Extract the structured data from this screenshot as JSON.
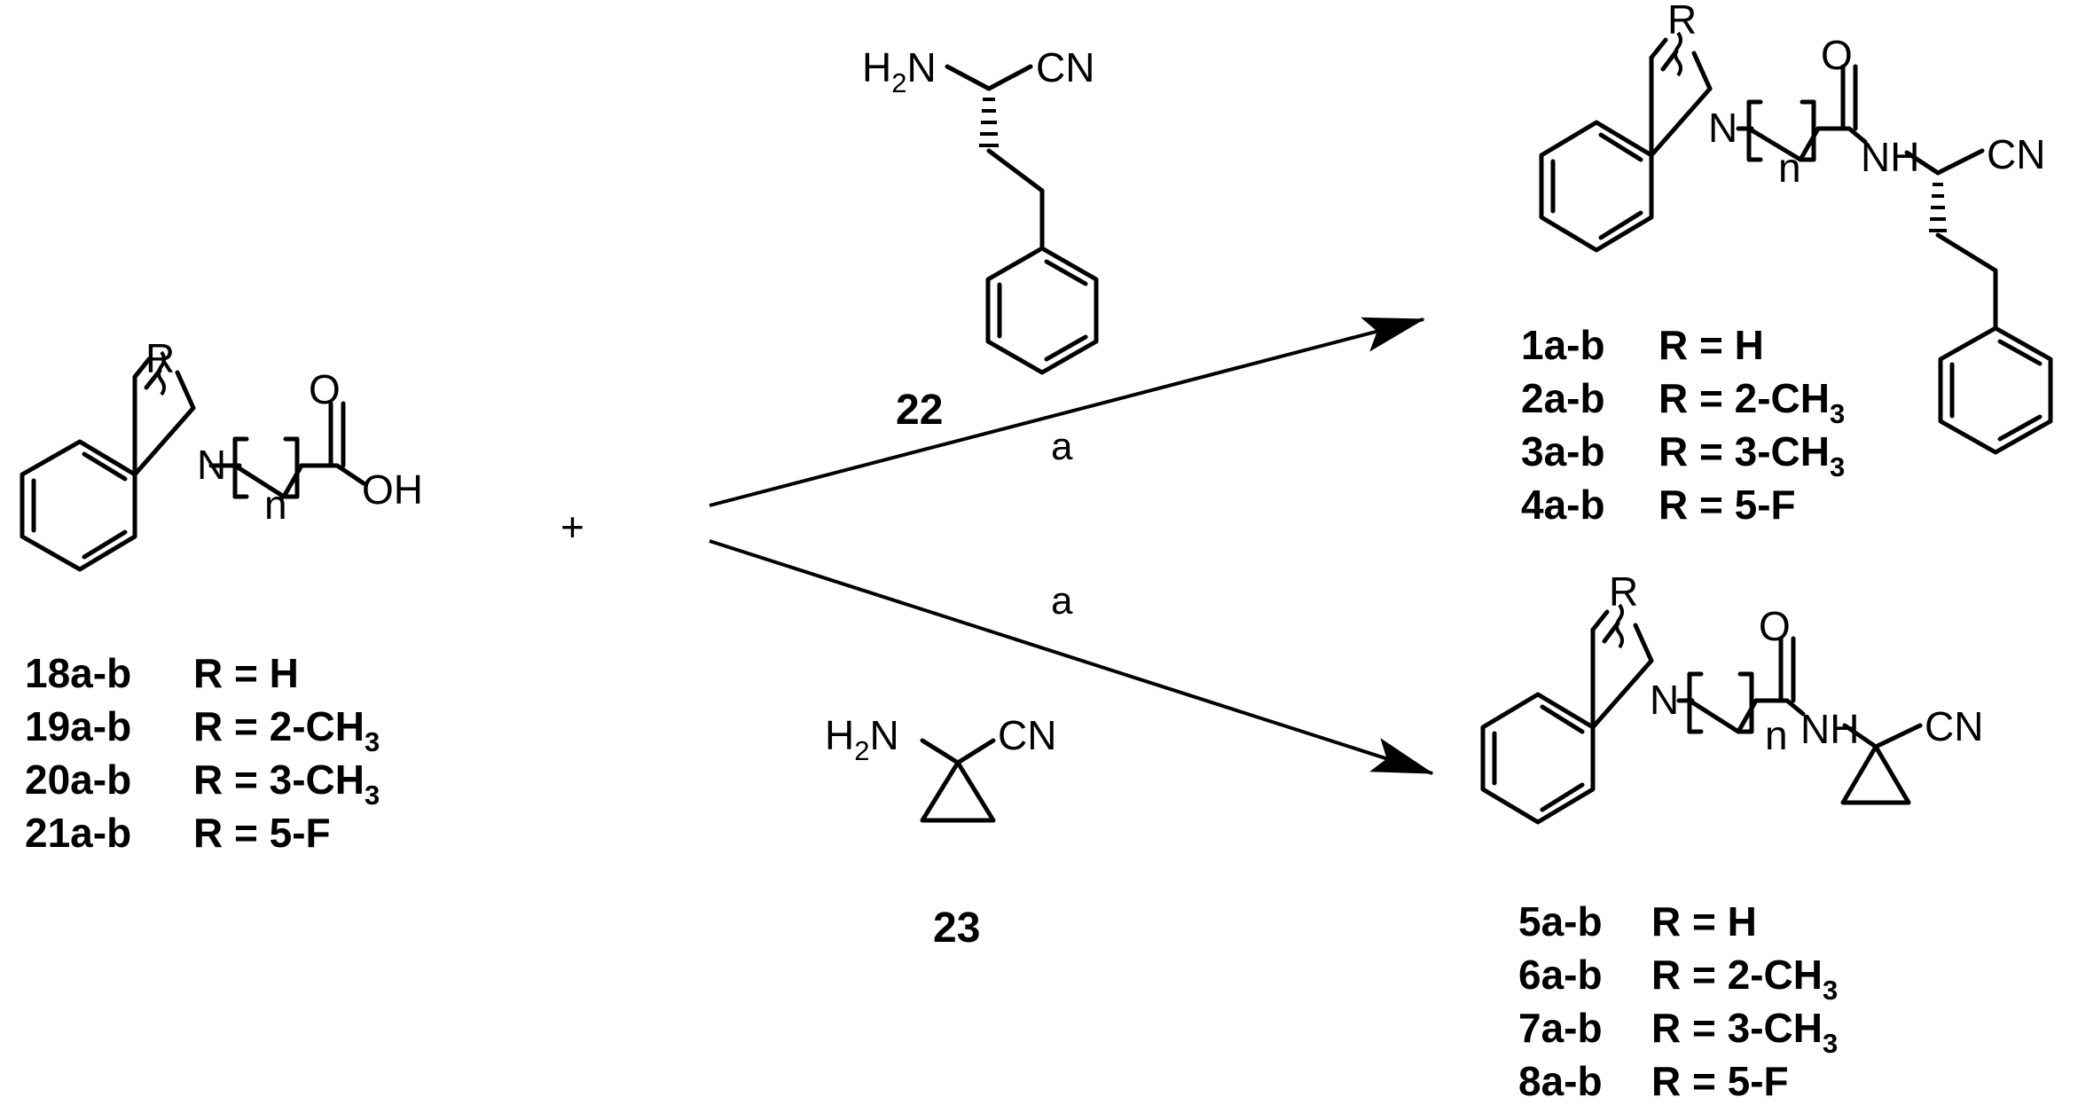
{
  "atoms": {
    "N": "N",
    "O": "O",
    "OH": "OH",
    "R": "R",
    "n": "n",
    "H": "H",
    "NH": "NH",
    "CN": "CN",
    "sub2": "2"
  },
  "reagents": {
    "plus": "+",
    "condition": "a",
    "amine_22": "22",
    "amine_23": "23"
  },
  "starting_material": {
    "rows": [
      {
        "id": "18a-b",
        "r": "R = H"
      },
      {
        "id": "19a-b",
        "r": "R = 2-CH",
        "sub": "3"
      },
      {
        "id": "20a-b",
        "r": "R = 3-CH",
        "sub": "3"
      },
      {
        "id": "21a-b",
        "r": "R = 5-F"
      }
    ]
  },
  "product_top": {
    "rows": [
      {
        "id": "1a-b",
        "r": "R = H"
      },
      {
        "id": "2a-b",
        "r": "R = 2-CH",
        "sub": "3"
      },
      {
        "id": "3a-b",
        "r": "R = 3-CH",
        "sub": "3"
      },
      {
        "id": "4a-b",
        "r": "R = 5-F"
      }
    ]
  },
  "product_bottom": {
    "rows": [
      {
        "id": "5a-b",
        "r": "R = H"
      },
      {
        "id": "6a-b",
        "r": "R = 2-CH",
        "sub": "3"
      },
      {
        "id": "7a-b",
        "r": "R = 3-CH",
        "sub": "3"
      },
      {
        "id": "8a-b",
        "r": "R = 5-F"
      }
    ]
  }
}
